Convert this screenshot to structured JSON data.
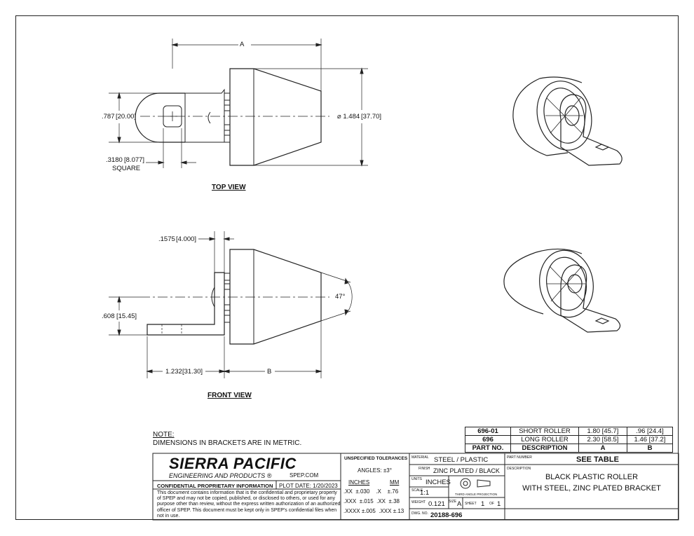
{
  "views": {
    "top": "TOP VIEW",
    "front": "FRONT VIEW"
  },
  "dimensions": {
    "a": "A",
    "b": "B",
    "d787": ".787",
    "d787mm": "20.00",
    "d3180": ".3180",
    "d3180mm": "8.077",
    "square": "SQUARE",
    "dia": "⌀ 1.484",
    "diamm": "37.70",
    "d1575": ".1575",
    "d1575mm": "4.000",
    "angle": "47°",
    "d608": ".608",
    "d608mm": "15.45",
    "d1232": "1.232",
    "d1232mm": "31.30"
  },
  "note": {
    "heading": "NOTE:",
    "text": "DIMENSIONS IN BRACKETS ARE IN METRIC."
  },
  "parts_table": {
    "rows": [
      {
        "part": "696-01",
        "desc": "SHORT ROLLER",
        "a": "1.80 [45.7]",
        "b": ".96 [24.4]"
      },
      {
        "part": "696",
        "desc": "LONG ROLLER",
        "a": "2.30 [58.5]",
        "b": "1.46 [37.2]"
      }
    ],
    "header": {
      "part": "PART NO.",
      "desc": "DESCRIPTION",
      "a": "A",
      "b": "B"
    }
  },
  "title_block": {
    "company": "SIERRA PACIFIC",
    "company_sub": "ENGINEERING AND PRODUCTS",
    "registered": "®",
    "website": "SPEP.COM",
    "confidential": "CONFIDENTIAL PROPRIETARY INFORMATION",
    "plot_date": "PLOT DATE: 1/20/2023",
    "confidential_text": "This document contains information that is the confidential and proprietary property of SPEP and may not be copied, published, or disclosed to others, or used for any purpose other than review, without the express written authorization of an authorized officer of SPEP. This document must be kept only in SPEP's confidential files when not in use.",
    "tolerances": {
      "title": "UNSPECIFIED TOLERANCES",
      "angles": "ANGLES: ±3°",
      "inches_h": "INCHES",
      "mm_h": "MM",
      "rows": [
        {
          "in_k": ".XX",
          "in_v": "±.030",
          "mm_k": ".X",
          "mm_v": "±.76"
        },
        {
          "in_k": ".XXX",
          "in_v": "±.015",
          "mm_k": ".XX",
          "mm_v": "±.38"
        },
        {
          "in_k": ".XXXX",
          "in_v": "±.005",
          "mm_k": ".XXX",
          "mm_v": "±.13"
        }
      ]
    },
    "material_lbl": "MATERIAL",
    "material": "STEEL / PLASTIC",
    "finish_lbl": "FINISH",
    "finish": "ZINC PLATED / BLACK",
    "units_lbl": "UNITS",
    "units": "INCHES",
    "projection": "THIRD ANGLE PROJECTION",
    "scale_lbl": "SCALE",
    "scale": "1:1",
    "weight_lbl": "WEIGHT",
    "weight": "0.121",
    "size_lbl": "SIZE",
    "size": "A",
    "sheet_lbl": "SHEET",
    "sheet": "1",
    "of_lbl": "OF",
    "of": "1",
    "dwg_lbl": "DWG. NO.",
    "dwg": "20188-696",
    "part_number_lbl": "PART NUMBER",
    "part_number": "SEE TABLE",
    "description_lbl": "DESCRIPTION",
    "description_1": "BLACK PLASTIC ROLLER",
    "description_2": "WITH STEEL, ZINC PLATED BRACKET"
  }
}
